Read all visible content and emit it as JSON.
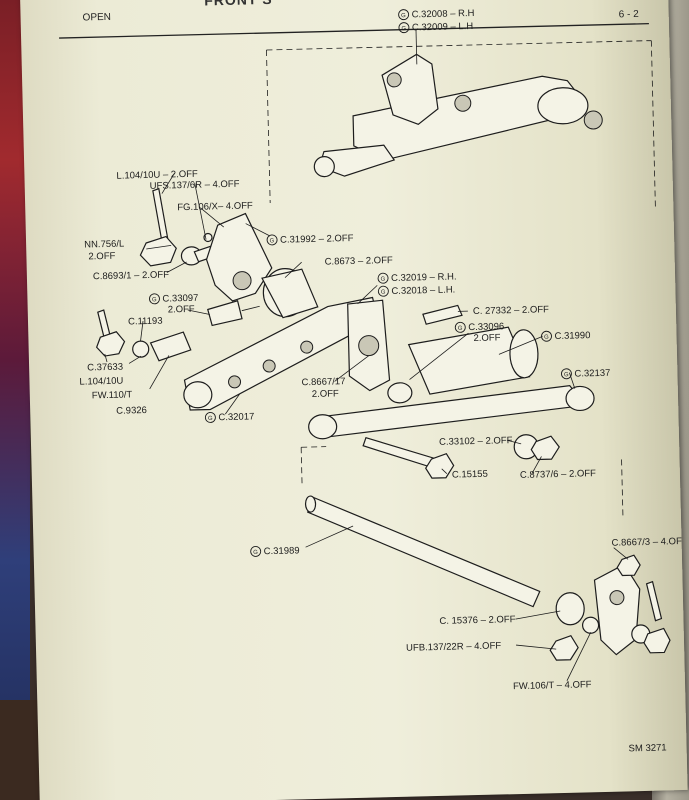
{
  "header": {
    "left": "OPEN",
    "title": "FRONT S",
    "right": "6 - 2"
  },
  "assembly": [
    "C.32008 – R.H",
    "C.32009 – L.H"
  ],
  "callouts": {
    "l104_top": "L.104/10U – 2.OFF",
    "ufs137": "UFS.137/6R – 4.OFF",
    "fg106": "FG.106/X– 4.OFF",
    "nn756": "NN.756/L",
    "nn756_qty": "2.OFF",
    "c8693": "C.8693/1 – 2.OFF",
    "c31992": "C.31992 – 2.OFF",
    "c8673": "C.8673 – 2.OFF",
    "c33097": "C.33097",
    "c33097_qty": "2.OFF",
    "c11193": "C.11193",
    "c32019": "C.32019 – R.H.",
    "c32018": "C.32018 – L.H.",
    "c27332": "C. 27332 – 2.OFF",
    "c33096": "C.33096",
    "c33096_qty": "2.OFF",
    "c31990": "C.31990",
    "c37633": "C.37633",
    "l104_bottom": "L.104/10U",
    "fw110": "FW.110/T",
    "c9326": "C.9326",
    "c32017": "C.32017",
    "c8667_17": "C.8667/17",
    "c8667_17_qty": "2.OFF",
    "c32137": "C.32137",
    "c33102": "C.33102 – 2.OFF",
    "c15155": "C.15155",
    "c8737": "C.8737/6 – 2.OFF",
    "c31989": "C.31989",
    "c8667_3": "C.8667/3 – 4.OFF",
    "c15376": "C. 15376 – 2.OFF",
    "ufb137": "UFB.137/22R – 4.OFF",
    "fw106": "FW.106/T – 4.OFF"
  },
  "footer": {
    "ref": "SM 3271"
  }
}
